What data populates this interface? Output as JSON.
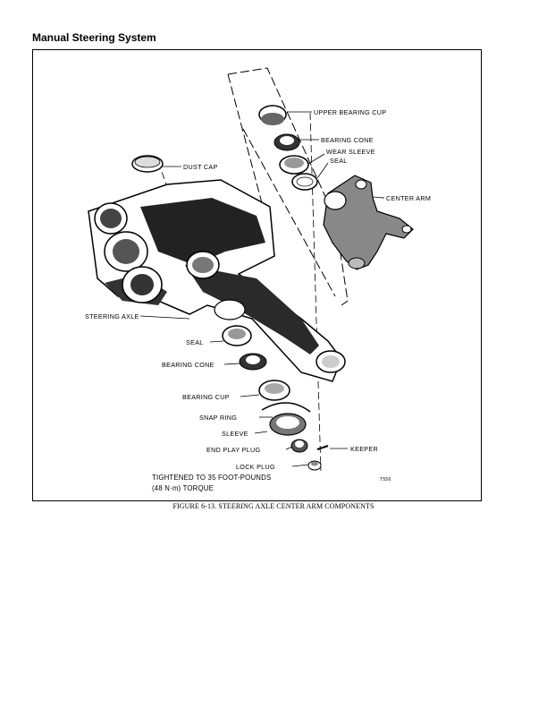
{
  "header": {
    "title": "Manual Steering System"
  },
  "figure": {
    "labels": {
      "upper_bearing_cup": "UPPER BEARING CUP",
      "bearing_cone_top": "BEARING CONE",
      "wear_sleeve": "WEAR SLEEVE",
      "seal_top": "SEAL",
      "dust_cap": "DUST CAP",
      "center_arm": "CENTER ARM",
      "steering_axle": "STEERING AXLE",
      "seal_bottom": "SEAL",
      "bearing_cone_bottom": "BEARING CONE",
      "bearing_cup": "BEARING CUP",
      "snap_ring": "SNAP RING",
      "sleeve": "SLEEVE",
      "end_play_plug": "END PLAY PLUG",
      "keeper": "KEEPER",
      "lock_plug": "LOCK PLUG",
      "torque_line1": "TIGHTENED TO 35 FOOT-POUNDS",
      "torque_line2": "(48 N·m) TORQUE",
      "figure_number": "T556"
    }
  },
  "caption": "FIGURE 6-13. STEERING AXLE CENTER ARM COMPONENTS"
}
